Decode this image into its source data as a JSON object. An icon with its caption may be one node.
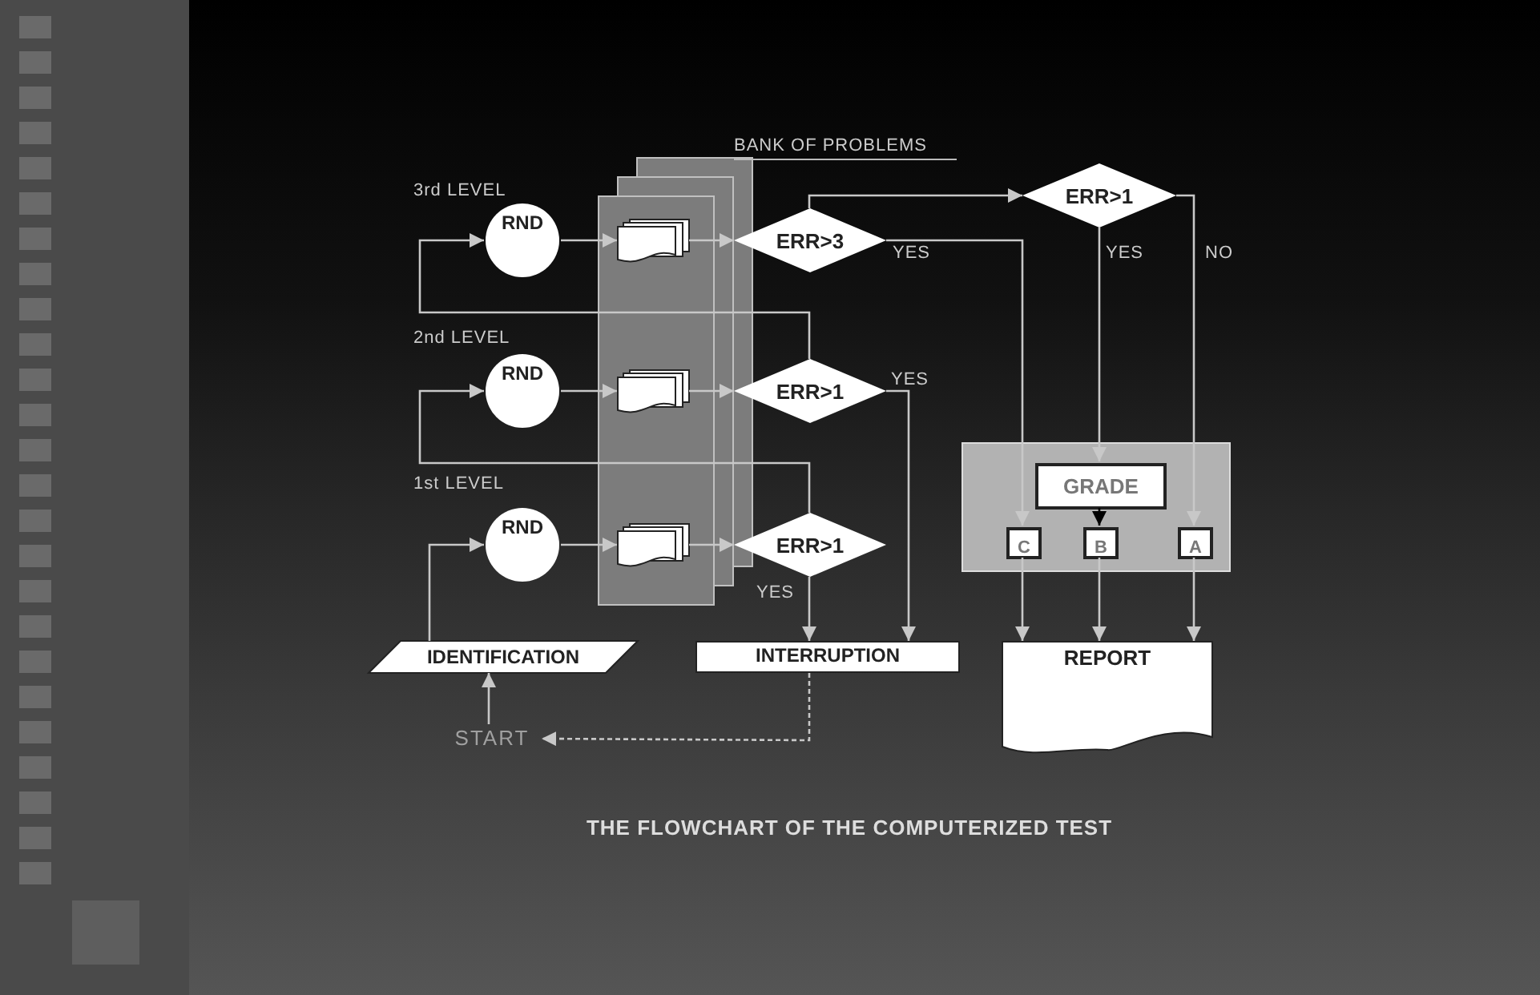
{
  "diagram": {
    "caption": "THE FLOWCHART OF THE COMPUTERIZED TEST",
    "nodes": [
      {
        "text": [
          "BANK OF PROBLEMS"
        ]
      },
      {
        "text": [
          "RND"
        ],
        "beside": [
          "3rd LEVEL"
        ]
      },
      {
        "text": [],
        "shape": "document",
        "in": 0
      },
      {
        "text": [
          "ERR>3"
        ]
      },
      {
        "text": [
          "ERR>1"
        ]
      },
      {
        "text": [
          "RND"
        ],
        "beside": [
          "2nd LEVEL"
        ]
      },
      {
        "text": [],
        "shape": "document",
        "in": 0
      },
      {
        "text": [
          "ERR>1"
        ]
      },
      {
        "text": [
          "RND"
        ],
        "beside": [
          "1st LEVEL"
        ]
      },
      {
        "text": [],
        "shape": "document",
        "in": 0
      },
      {
        "text": [
          "ERR>1"
        ]
      },
      {
        "text": [
          "IDENTIFICATION"
        ]
      },
      {
        "text": [
          "INTERRUPTION"
        ]
      },
      {
        "text": [
          "START"
        ]
      },
      {
        "text": [],
        "shape": "box"
      },
      {
        "text": [
          "GRADE"
        ],
        "in": 14
      },
      {
        "text": [
          "C"
        ],
        "in": 14
      },
      {
        "text": [
          "B"
        ],
        "in": 14
      },
      {
        "text": [
          "A"
        ],
        "in": 14
      },
      {
        "text": [
          "REPORT"
        ]
      }
    ],
    "edges": [
      {
        "from": 1,
        "to": 2,
        "arrow": "to"
      },
      {
        "from": 2,
        "to": 3,
        "arrow": "to"
      },
      {
        "from": 3,
        "to": 4,
        "arrow": "to"
      },
      {
        "from": 3,
        "to": 16,
        "arrow": "to",
        "label": "YES"
      },
      {
        "from": 4,
        "to": 15,
        "arrow": "to",
        "label": "YES"
      },
      {
        "from": 4,
        "to": 18,
        "arrow": "to",
        "label": "NO"
      },
      {
        "from": 15,
        "to": 17,
        "arrow": "to",
        "color": "#000000"
      },
      {
        "from": 16,
        "to": 19,
        "arrow": "to"
      },
      {
        "from": 17,
        "to": 19,
        "arrow": "to"
      },
      {
        "from": 18,
        "to": 19,
        "arrow": "to"
      },
      {
        "from": 5,
        "to": 6,
        "arrow": "to"
      },
      {
        "from": 6,
        "to": 7,
        "arrow": "to"
      },
      {
        "from": 7,
        "to": 1,
        "arrow": "to"
      },
      {
        "from": 7,
        "to": 12,
        "arrow": "to",
        "label": "YES"
      },
      {
        "from": 8,
        "to": 9,
        "arrow": "to"
      },
      {
        "from": 9,
        "to": 10,
        "arrow": "to"
      },
      {
        "from": 10,
        "to": 5,
        "arrow": "to"
      },
      {
        "from": 10,
        "to": 12,
        "arrow": "to",
        "label": "YES"
      },
      {
        "from": 11,
        "to": 8,
        "arrow": "to"
      },
      {
        "from": 13,
        "to": 11,
        "arrow": "to"
      },
      {
        "from": 12,
        "to": 13,
        "arrow": "to",
        "style": "dashed"
      }
    ]
  }
}
